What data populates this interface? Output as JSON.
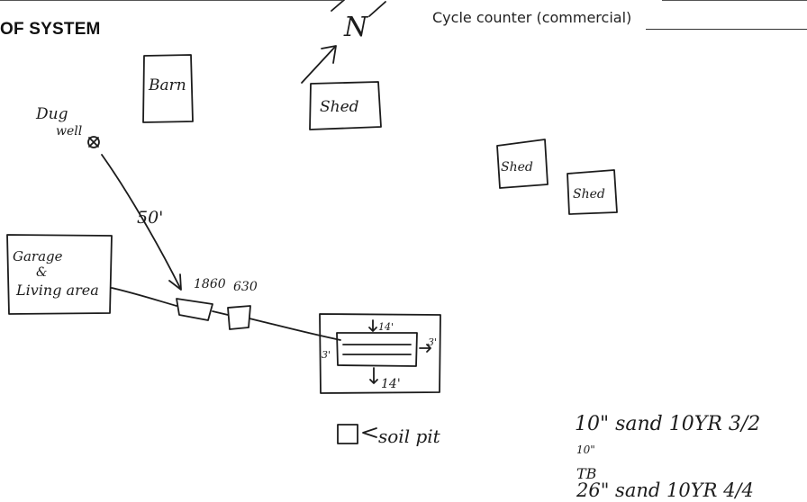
{
  "header": {
    "title": "OF SYSTEM",
    "field_label": "Cycle counter (commercial)"
  },
  "sketch": {
    "compass": "N",
    "buildings": {
      "barn": "Barn",
      "shed_top": "Shed",
      "shed_mid": "Shed",
      "shed_right": "Shed",
      "garage": [
        "Garage",
        "&",
        "Living area"
      ]
    },
    "well": [
      "Dug",
      "well"
    ],
    "distance": "50'",
    "tank_1": "1860",
    "tank_2": "630",
    "field_dims": {
      "top": "14'",
      "bottom": "14'",
      "left": "3'",
      "right": "3'"
    },
    "soil_pit_label": "soil pit",
    "soil_notes": [
      "10\" sand 10YR 3/2",
      "10\"",
      "TB",
      "26\" sand 10YR 4/4"
    ]
  }
}
